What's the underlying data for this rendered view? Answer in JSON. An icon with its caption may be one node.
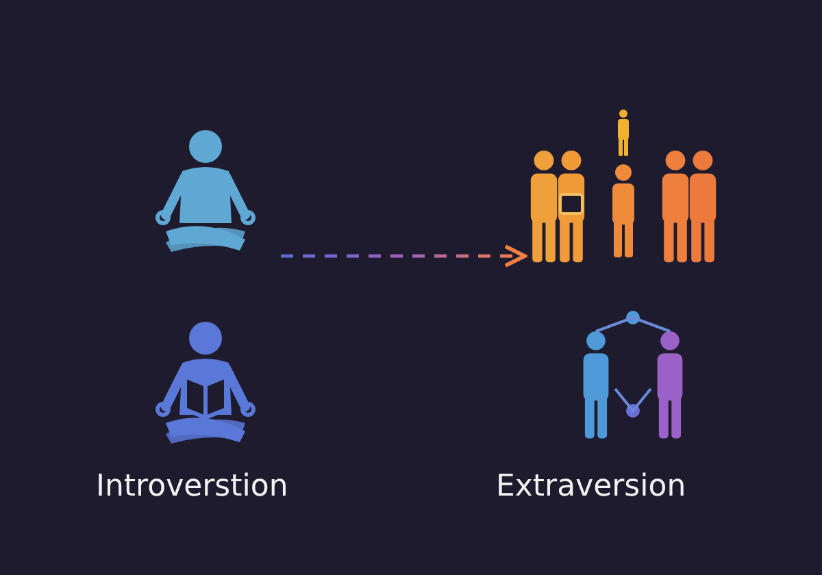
{
  "diagram": {
    "nodes": [
      {
        "text": [],
        "shape": "picture"
      },
      {
        "text": [],
        "shape": "picture"
      },
      {
        "text": [],
        "shape": "picture"
      },
      {
        "text": [],
        "shape": "picture"
      }
    ],
    "edges": [
      {
        "from": 0,
        "to": 2,
        "arrow": "to",
        "style": "dashed"
      }
    ],
    "labels": [
      "Introverstion",
      "Extraversion"
    ]
  }
}
